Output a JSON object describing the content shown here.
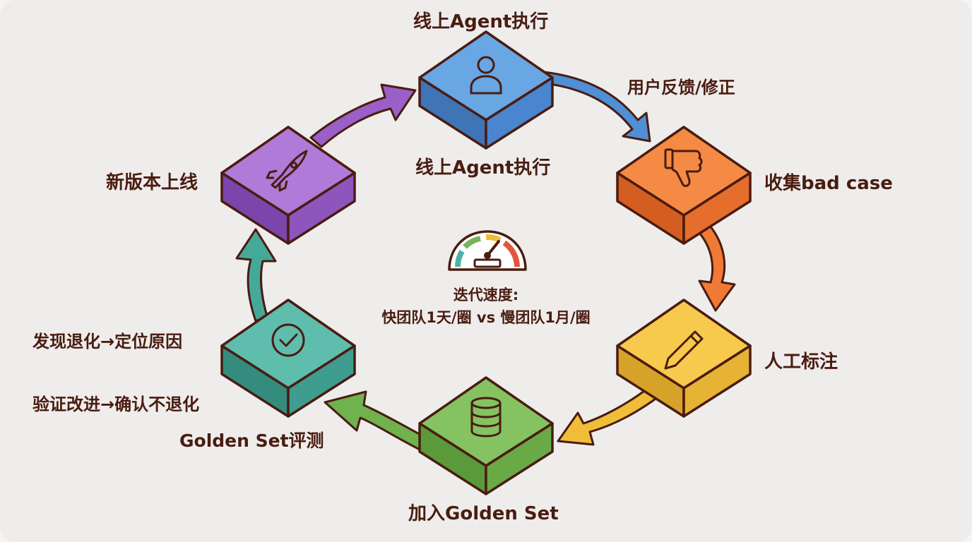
{
  "nodes": {
    "top": {
      "label_above": "线上Agent执行",
      "label_below": "线上Agent执行",
      "color": "#4f8fd6",
      "icon": "user-icon"
    },
    "upper_right": {
      "label": "收集bad case",
      "color": "#ef7a35",
      "icon": "thumbs-down-icon"
    },
    "lower_right": {
      "label": "人工标注",
      "color": "#f0bd3a",
      "icon": "pencil-icon"
    },
    "bottom": {
      "label": "加入Golden Set",
      "color": "#6fb24e",
      "icon": "database-icon"
    },
    "lower_left": {
      "label": "Golden Set评测",
      "color": "#45a99a",
      "icon": "check-circle-icon"
    },
    "upper_left": {
      "label": "新版本上线",
      "color": "#9b5fc8",
      "icon": "rocket-icon"
    }
  },
  "edges": {
    "top_to_upper_right": {
      "label": "用户反馈/修正"
    },
    "lower_left_to_upper_left": {
      "label_1": "发现退化→定位原因",
      "label_2": "验证改进→确认不退化"
    }
  },
  "center": {
    "icon": "speedometer-icon",
    "line_1": "迭代速度:",
    "line_2": "快团队1天/圈 vs 慢团队1月/圈"
  }
}
